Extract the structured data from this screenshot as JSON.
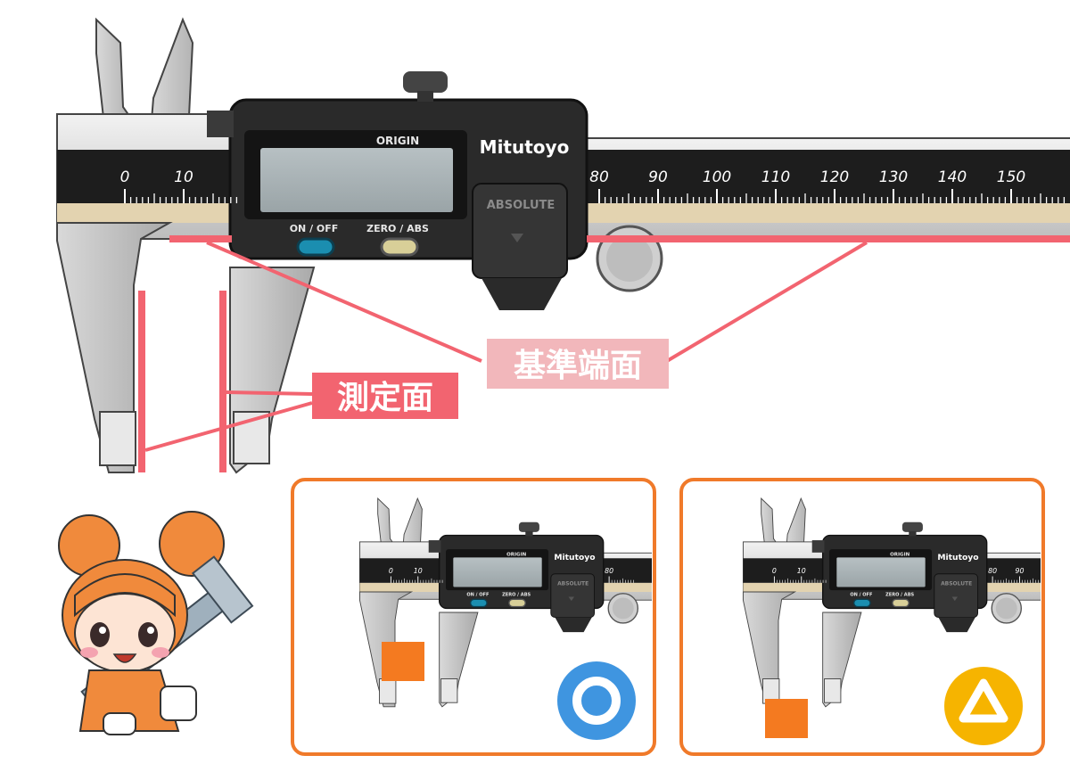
{
  "caliper": {
    "brand": "Mitutoyo",
    "origin_label": "ORIGIN",
    "onoff_label": "ON / OFF",
    "zero_abs_label": "ZERO / ABS",
    "absolute_label": "ABSOLUTE",
    "scale_left": [
      "0",
      "10"
    ],
    "scale_right": [
      "80",
      "90",
      "100",
      "110",
      "120",
      "130",
      "140",
      "150"
    ]
  },
  "labels": {
    "reference_surface": "基準端面",
    "measuring_surface": "測定面"
  },
  "examples": [
    {
      "mark": "circle-mark",
      "scale_left": [
        "0",
        "10"
      ],
      "scale_right": [
        "80"
      ]
    },
    {
      "mark": "triangle-mark",
      "scale_left": [
        "0",
        "10"
      ],
      "scale_right": [
        "80",
        "90"
      ]
    }
  ],
  "colors": {
    "accent_red": "#f26470",
    "label_red": "#f26470",
    "panel_border": "#f07a2a",
    "block_orange": "#f47a20",
    "circle_blue": "#3f95e0",
    "triangle_yellow": "#f6b400"
  }
}
